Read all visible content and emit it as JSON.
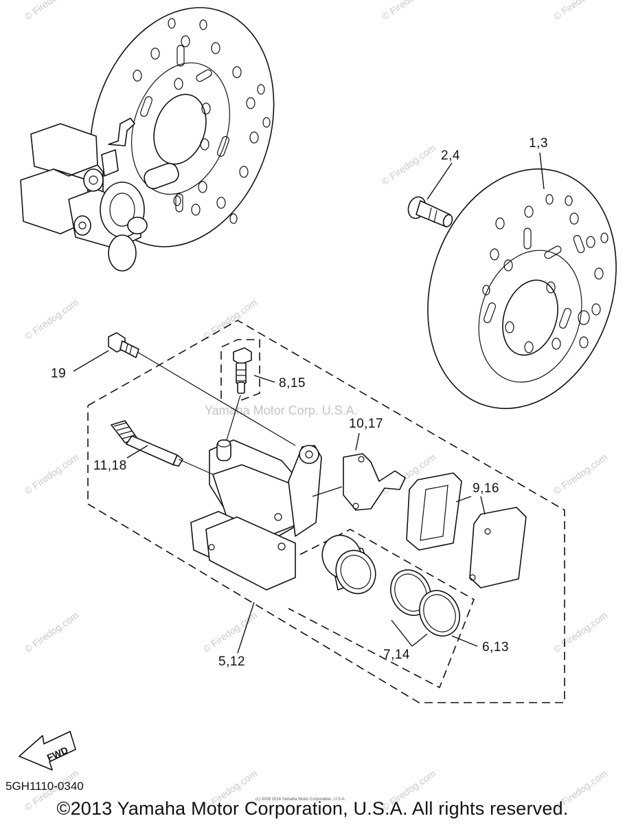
{
  "callouts": {
    "c1": "1,3",
    "c2": "2,4",
    "c3": "19",
    "c4": "8,15",
    "c5": "10,17",
    "c6": "11,18",
    "c7": "9,16",
    "c8": "5,12",
    "c9": "7,14",
    "c10": "6,13"
  },
  "watermarks": {
    "site": "© Firedog.com",
    "corp": "Yamaha Motor Corp. U.S.A."
  },
  "fwd_label": "FWD",
  "diagram_code": "5GH1110-0340",
  "tiny_copyright": "(c) 2008 2016 Yamaha Motor Corporation, U.S.A.",
  "copyright": "©2013 Yamaha Motor Corporation, U.S.A. All rights reserved."
}
